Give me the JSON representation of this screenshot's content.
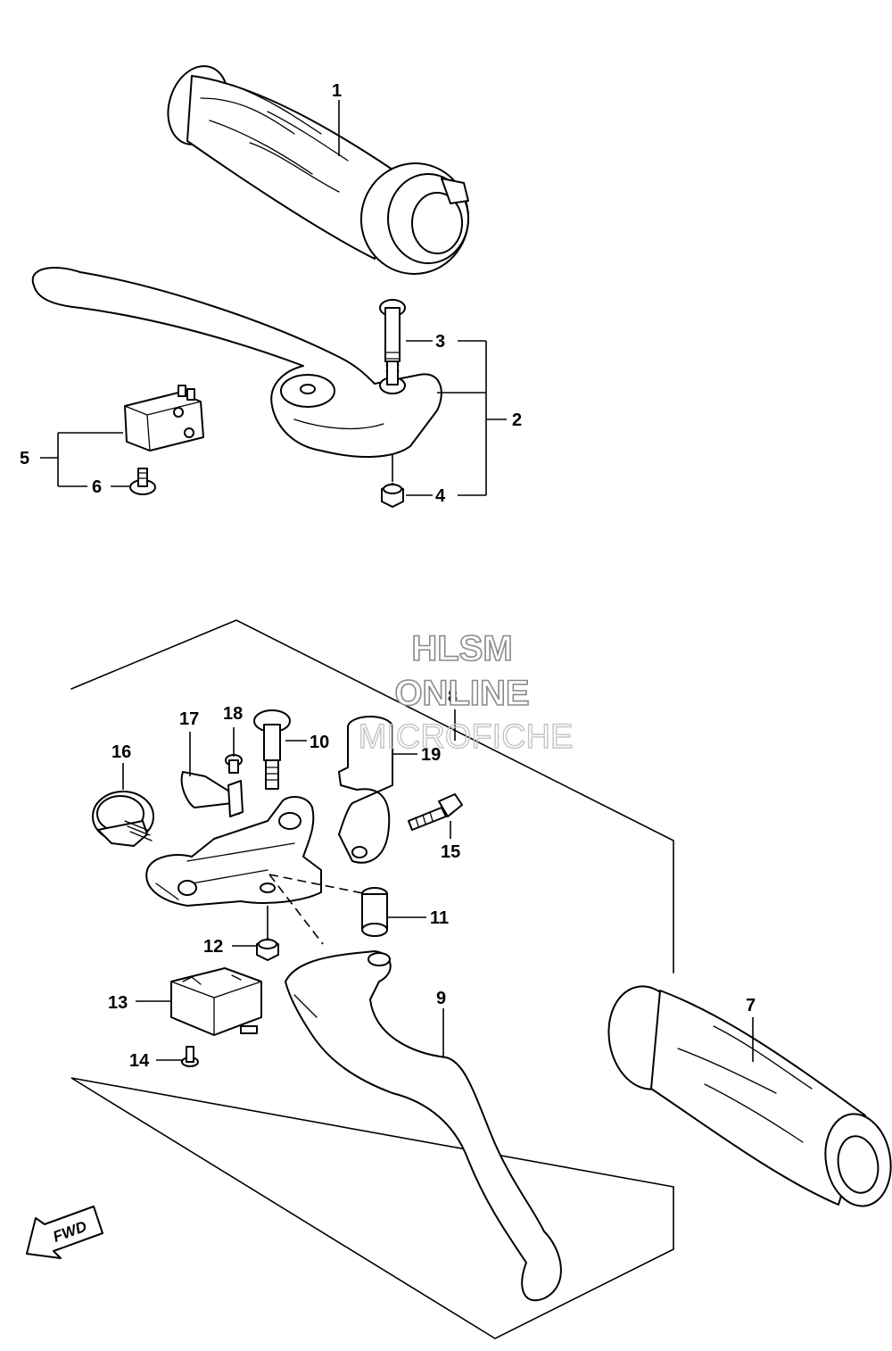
{
  "watermark": {
    "line1": "HLSM",
    "line2": "ONLINE",
    "line3": "MICROFICHE"
  },
  "direction_label": "FWD",
  "callouts": [
    "1",
    "2",
    "3",
    "4",
    "5",
    "6",
    "7",
    "8",
    "9",
    "10",
    "11",
    "12",
    "13",
    "14",
    "15",
    "16",
    "17",
    "18",
    "19"
  ]
}
